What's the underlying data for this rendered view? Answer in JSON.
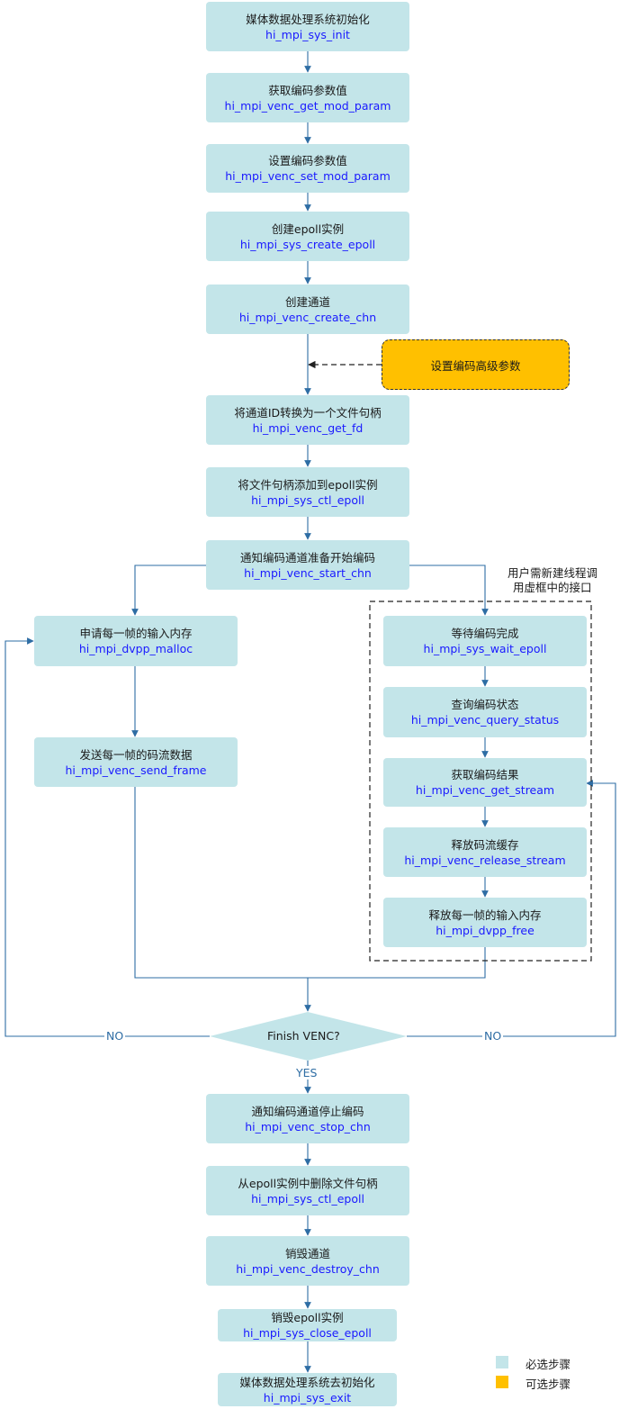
{
  "steps": {
    "sys_init": {
      "label": "媒体数据处理系统初始化",
      "api": "hi_mpi_sys_init"
    },
    "get_mod_param": {
      "label": "获取编码参数值",
      "api": "hi_mpi_venc_get_mod_param"
    },
    "set_mod_param": {
      "label": "设置编码参数值",
      "api": "hi_mpi_venc_set_mod_param"
    },
    "create_epoll": {
      "label": "创建epoll实例",
      "api": "hi_mpi_sys_create_epoll"
    },
    "create_chn": {
      "label": "创建通道",
      "api": "hi_mpi_venc_create_chn"
    },
    "get_fd": {
      "label": "将通道ID转换为一个文件句柄",
      "api": "hi_mpi_venc_get_fd"
    },
    "ctl_epoll_add": {
      "label": "将文件句柄添加到epoll实例",
      "api": "hi_mpi_sys_ctl_epoll"
    },
    "start_chn": {
      "label": "通知编码通道准备开始编码",
      "api": "hi_mpi_venc_start_chn"
    },
    "dvpp_malloc": {
      "label": "申请每一帧的输入内存",
      "api": "hi_mpi_dvpp_malloc"
    },
    "send_frame": {
      "label": "发送每一帧的码流数据",
      "api": "hi_mpi_venc_send_frame"
    },
    "wait_epoll": {
      "label": "等待编码完成",
      "api": "hi_mpi_sys_wait_epoll"
    },
    "query_status": {
      "label": "查询编码状态",
      "api": "hi_mpi_venc_query_status"
    },
    "get_stream": {
      "label": "获取编码结果",
      "api": "hi_mpi_venc_get_stream"
    },
    "release_stream": {
      "label": "释放码流缓存",
      "api": "hi_mpi_venc_release_stream"
    },
    "dvpp_free": {
      "label": "释放每一帧的输入内存",
      "api": "hi_mpi_dvpp_free"
    },
    "stop_chn": {
      "label": "通知编码通道停止编码",
      "api": "hi_mpi_venc_stop_chn"
    },
    "ctl_epoll_del": {
      "label": "从epoll实例中删除文件句柄",
      "api": "hi_mpi_sys_ctl_epoll"
    },
    "destroy_chn": {
      "label": "销毁通道",
      "api": "hi_mpi_venc_destroy_chn"
    },
    "close_epoll": {
      "label": "销毁epoll实例",
      "api": "hi_mpi_sys_close_epoll"
    },
    "sys_exit": {
      "label": "媒体数据处理系统去初始化",
      "api": "hi_mpi_sys_exit"
    }
  },
  "optional_step": "设置编码高级参数",
  "thread_note": {
    "line1": "用户需新建线程调",
    "line2": "用虚框中的接口"
  },
  "decision": {
    "label": "Finish VENC?",
    "no_left": "NO",
    "no_right": "NO",
    "yes": "YES"
  },
  "legend": {
    "required": {
      "label": "必选步骤",
      "color": "#c3e5e9"
    },
    "optional": {
      "label": "可选步骤",
      "color": "#ffc000"
    }
  },
  "colors": {
    "line": "#2e6da4",
    "box": "#c3e5e9",
    "optional": "#ffc000",
    "api_text": "#1a1aff"
  }
}
